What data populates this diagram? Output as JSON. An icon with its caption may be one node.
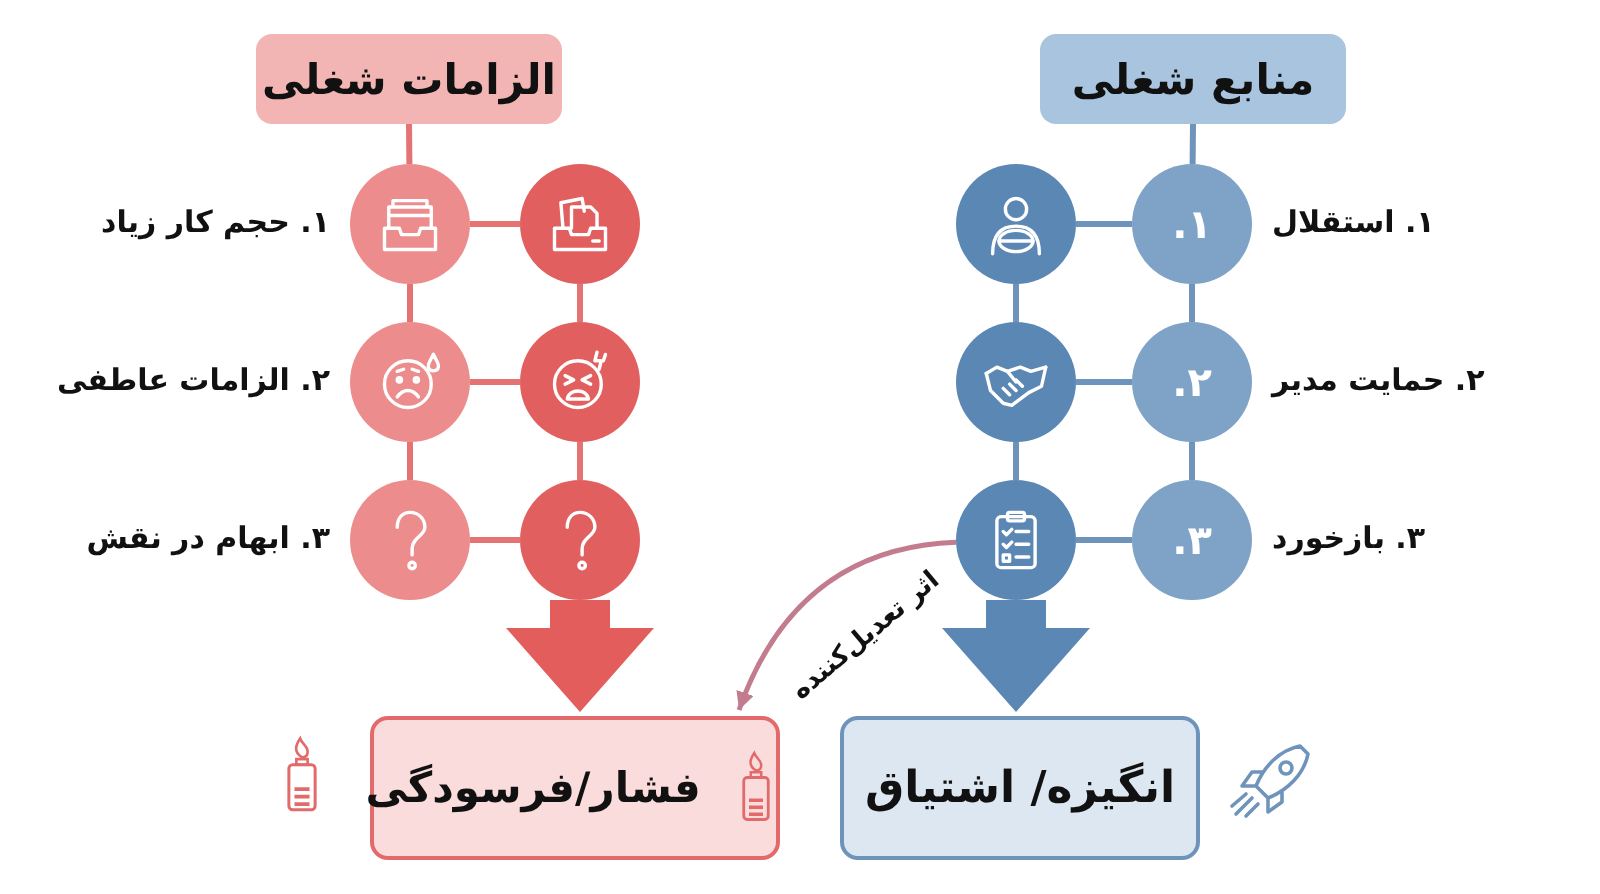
{
  "diagram": {
    "nodes": [
      {
        "text": [
          "منابع شغلی"
        ]
      },
      {
        "text": [
          "۱."
        ],
        "beside": [
          "۱. استقلال"
        ]
      },
      {
        "text": [],
        "shape": "circle"
      },
      {
        "text": [
          "۲."
        ],
        "beside": [
          "۲. حمایت مدیر"
        ]
      },
      {
        "text": [],
        "shape": "circle"
      },
      {
        "text": [
          "۳."
        ],
        "beside": [
          "۳. بازخورد"
        ]
      },
      {
        "text": [],
        "shape": "circle"
      },
      {
        "text": [
          "الزامات شغلی"
        ]
      },
      {
        "text": [],
        "shape": "circle",
        "beside": [
          "۱. حجم کار زیاد"
        ]
      },
      {
        "text": [],
        "shape": "circle"
      },
      {
        "text": [],
        "shape": "circle",
        "beside": [
          "۲. الزامات عاطفی"
        ]
      },
      {
        "text": [],
        "shape": "circle"
      },
      {
        "text": [],
        "shape": "circle",
        "beside": [
          "۳. ابهام در نقش"
        ]
      },
      {
        "text": [],
        "shape": "circle"
      },
      {
        "text": [
          "فشار/فرسودگی"
        ]
      },
      {
        "text": [
          "انگیزه/ اشتیاق"
        ]
      }
    ],
    "edges": [
      {
        "from": 0,
        "to": 1,
        "arrow": "none",
        "color": "#6f94bc"
      },
      {
        "from": 1,
        "to": 2,
        "arrow": "none",
        "color": "#6f94bc"
      },
      {
        "from": 1,
        "to": 3,
        "arrow": "none",
        "color": "#6f94bc"
      },
      {
        "from": 2,
        "to": 4,
        "arrow": "none",
        "color": "#6f94bc"
      },
      {
        "from": 3,
        "to": 4,
        "arrow": "none",
        "color": "#6f94bc"
      },
      {
        "from": 3,
        "to": 5,
        "arrow": "none",
        "color": "#6f94bc"
      },
      {
        "from": 4,
        "to": 6,
        "arrow": "none",
        "color": "#6f94bc"
      },
      {
        "from": 5,
        "to": 6,
        "arrow": "none",
        "color": "#6f94bc"
      },
      {
        "from": 7,
        "to": 8,
        "arrow": "none",
        "color": "#e57373"
      },
      {
        "from": 8,
        "to": 9,
        "arrow": "none",
        "color": "#e57373"
      },
      {
        "from": 8,
        "to": 10,
        "arrow": "none",
        "color": "#e57373"
      },
      {
        "from": 9,
        "to": 11,
        "arrow": "none",
        "color": "#e57373"
      },
      {
        "from": 10,
        "to": 11,
        "arrow": "none",
        "color": "#e57373"
      },
      {
        "from": 10,
        "to": 12,
        "arrow": "none",
        "color": "#e57373"
      },
      {
        "from": 11,
        "to": 13,
        "arrow": "none",
        "color": "#e57373"
      },
      {
        "from": 12,
        "to": 13,
        "arrow": "none",
        "color": "#e57373"
      },
      {
        "from": 13,
        "to": 14,
        "arrow": "to",
        "style": "thick",
        "color": "#e35d5d"
      },
      {
        "from": 6,
        "to": 15,
        "arrow": "to",
        "style": "thick",
        "color": "#5b87b5"
      },
      {
        "from": 6,
        "to": 14,
        "arrow": "to",
        "label": "اثر تعدیل‌کننده",
        "color": "#c27c8e"
      }
    ]
  }
}
